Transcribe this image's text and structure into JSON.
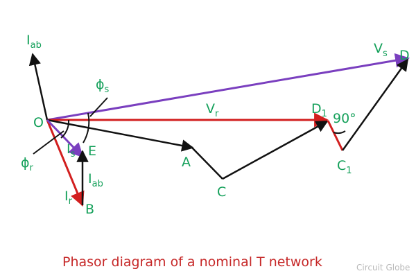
{
  "caption": "Phasor diagram of a nominal T network",
  "watermark": "Circuit Globe",
  "labels": {
    "I_ab_top": {
      "main": "I",
      "sub": "ab"
    },
    "V_s": {
      "main": "V",
      "sub": "s"
    },
    "D": "D",
    "phi_s": {
      "main": "ϕ",
      "sub": "s"
    },
    "O": "O",
    "V_r": {
      "main": "V",
      "sub": "r"
    },
    "D1": {
      "main": "D",
      "sub": "1"
    },
    "angle": "90°",
    "phi_r": {
      "main": "ϕ",
      "sub": "r"
    },
    "I_s": {
      "main": "I",
      "sub": "s"
    },
    "E": "E",
    "A": "A",
    "C1": {
      "main": "C",
      "sub": "1"
    },
    "I_ab_side": {
      "main": "I",
      "sub": "ab"
    },
    "C": "C",
    "I_r": {
      "main": "I",
      "sub": "r"
    },
    "B": "B"
  },
  "colors": {
    "black": "#111111",
    "red": "#d21f1f",
    "purple": "#7a3fbf",
    "green": "#14a05a",
    "caption": "#c62828",
    "watermark": "#b9b9b9"
  }
}
